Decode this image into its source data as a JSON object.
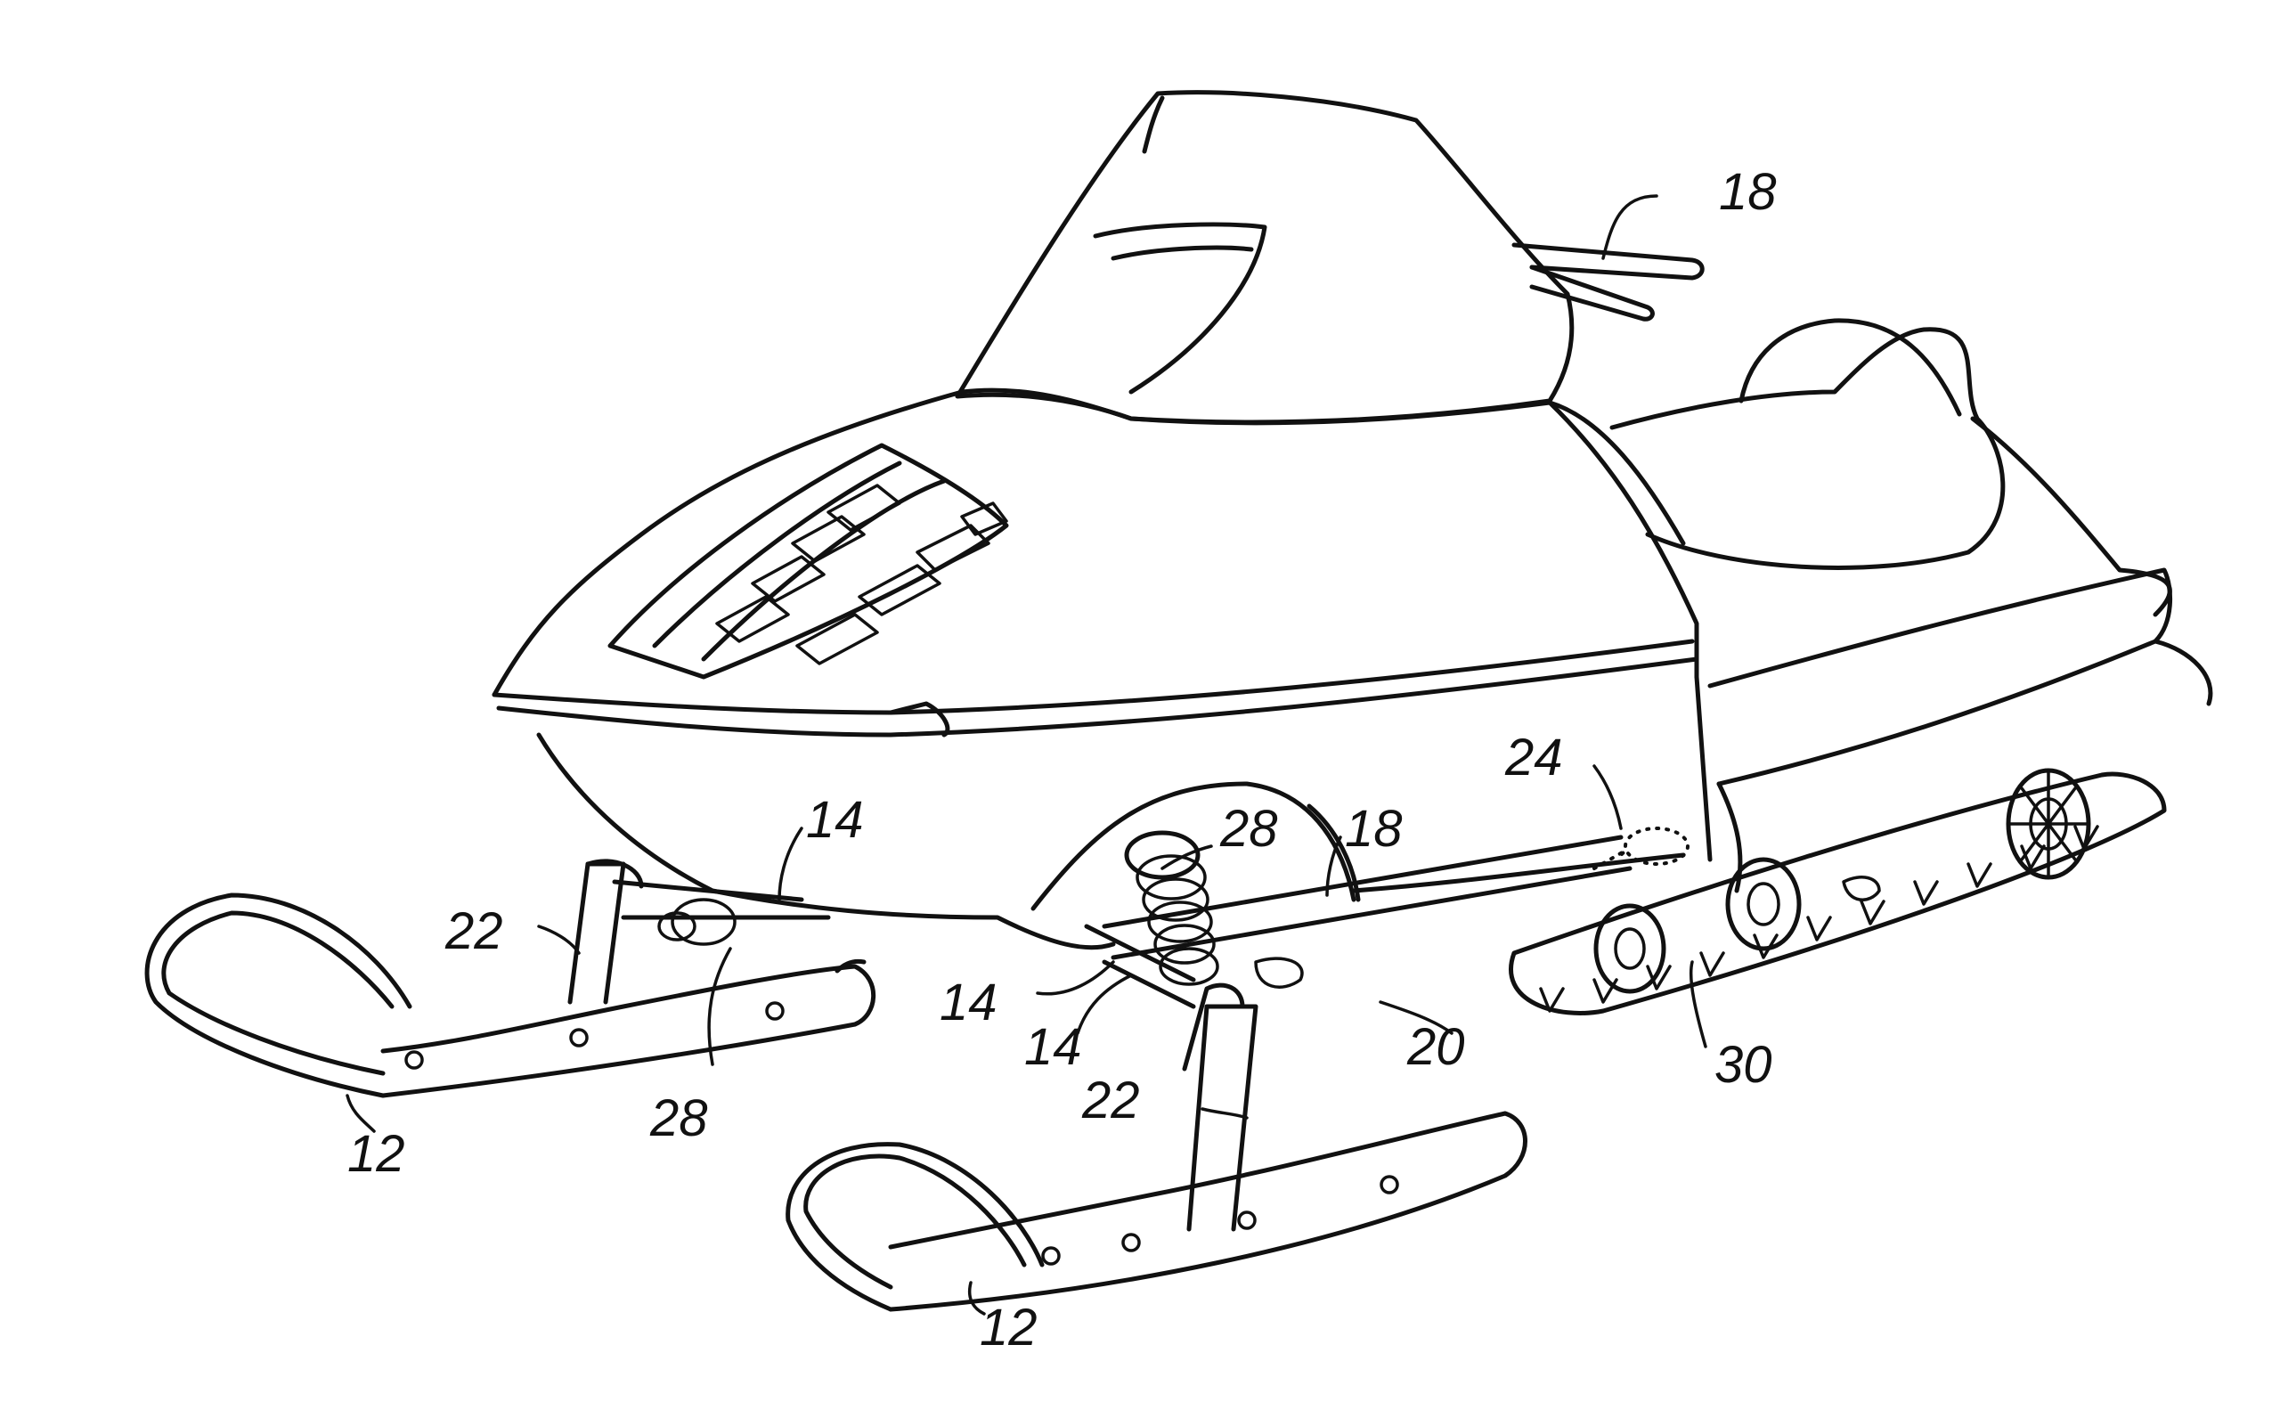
{
  "reference_numerals": [
    {
      "id": "n18-top",
      "text": "18"
    },
    {
      "id": "n14-front",
      "text": "14"
    },
    {
      "id": "n22-left",
      "text": "22"
    },
    {
      "id": "n28-left",
      "text": "28"
    },
    {
      "id": "n12-left",
      "text": "12"
    },
    {
      "id": "n24",
      "text": "24"
    },
    {
      "id": "n28-right",
      "text": "28"
    },
    {
      "id": "n18-right",
      "text": "18"
    },
    {
      "id": "n14-mid-a",
      "text": "14"
    },
    {
      "id": "n14-mid-b",
      "text": "14"
    },
    {
      "id": "n22-right",
      "text": "22"
    },
    {
      "id": "n20",
      "text": "20"
    },
    {
      "id": "n30",
      "text": "30"
    },
    {
      "id": "n12-right",
      "text": "12"
    }
  ]
}
